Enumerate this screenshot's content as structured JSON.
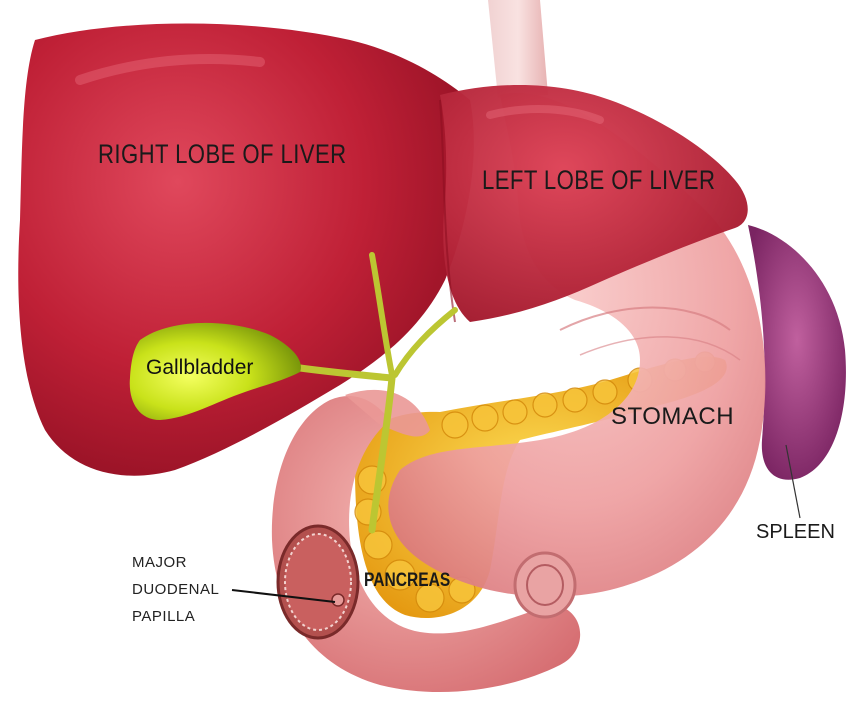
{
  "labels": {
    "right_lobe": "RIGHT LOBE OF LIVER",
    "left_lobe": "LEFT LOBE OF LIVER",
    "gallbladder": "Gallbladder",
    "stomach": "STOMACH",
    "spleen": "SPLEEN",
    "pancreas": "PANCREAS",
    "papilla_line1": "MAJOR",
    "papilla_line2": "DUODENAL",
    "papilla_line3": "PAPILLA"
  },
  "colors": {
    "liver": "#b81c33",
    "liver_dark": "#8e0f22",
    "gallbladder": "#c6e21a",
    "stomach": "#ec9a9c",
    "duodenum": "#e3807f",
    "pancreas": "#f3b51b",
    "spleen": "#9b3c80",
    "esophagus": "#f4c9c9",
    "bile_duct": "#bcc632"
  }
}
